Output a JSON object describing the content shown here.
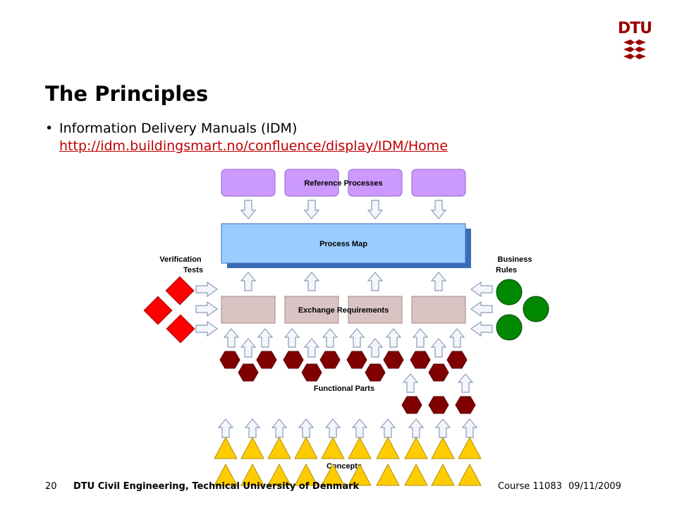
{
  "logo": {
    "text": "DTU",
    "color": "#990000"
  },
  "slide": {
    "title": "The Principles",
    "bullet": {
      "text": "Information Delivery Manuals (IDM)",
      "link": "http://idm.buildingsmart.no/confluence/display/IDM/Home"
    }
  },
  "diagram": {
    "reference_processes": "Reference Processes",
    "process_map": "Process Map",
    "verification_tests": [
      "Verification",
      "Tests"
    ],
    "business_rules": [
      "Business",
      "Rules"
    ],
    "exchange_requirements": "Exchange Requirements",
    "functional_parts": "Functional Parts",
    "concepts": "Concepts",
    "colors": {
      "process": "#cc99ff",
      "process_map": "#99ccff",
      "exchange": "#d9c3c3",
      "verification": "#ff0000",
      "business": "#008800",
      "functional": "#800000",
      "concepts": "#ffcc00"
    }
  },
  "footer": {
    "page": "20",
    "org": "DTU Civil Engineering, Technical University of Denmark",
    "course": "Course 11083",
    "date": "09/11/2009"
  }
}
